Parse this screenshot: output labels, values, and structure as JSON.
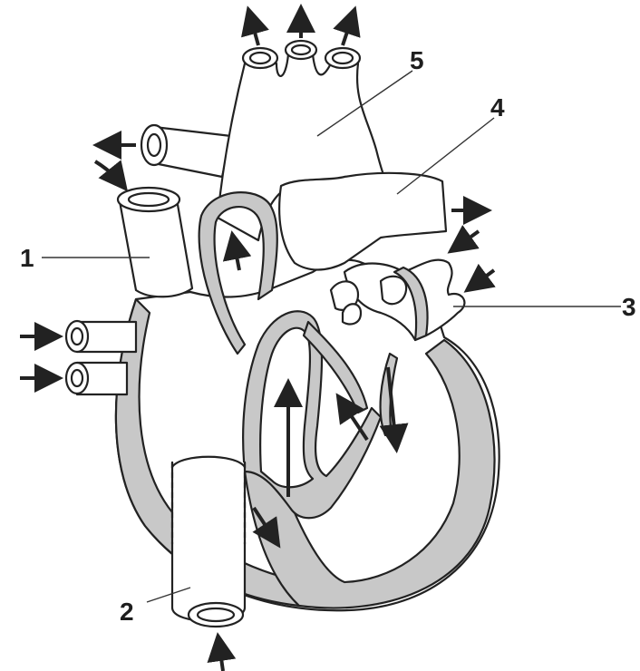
{
  "diagram": {
    "labels": [
      {
        "id": "1",
        "text": "1"
      },
      {
        "id": "2",
        "text": "2"
      },
      {
        "id": "3",
        "text": "3"
      },
      {
        "id": "4",
        "text": "4"
      },
      {
        "id": "5",
        "text": "5"
      }
    ]
  },
  "colors": {
    "outline": "#222222",
    "muscle_wall": "#c8c8c8",
    "background": "#ffffff"
  }
}
